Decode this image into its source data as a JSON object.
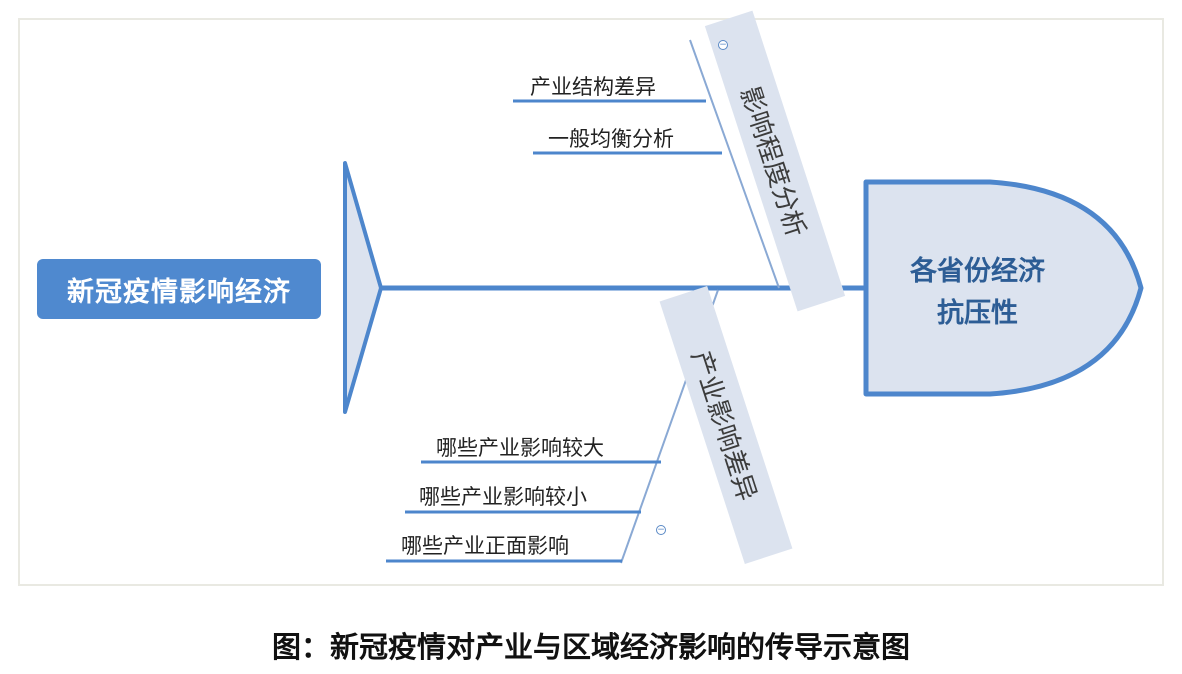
{
  "diagram": {
    "root": "新冠疫情影响经济",
    "head": [
      "各省份经济",
      "抗压性"
    ],
    "branches": [
      {
        "label": "影响程度分析",
        "children": [
          "产业结构差异",
          "一般均衡分析"
        ]
      },
      {
        "label": "产业影响差异",
        "children": [
          "哪些产业影响较大",
          "哪些产业影响较小",
          "哪些产业正面影响"
        ]
      }
    ]
  },
  "caption": "图：新冠疫情对产业与区域经济影响的传导示意图",
  "colors": {
    "spine": "#4d86cc",
    "root_fill": "#4f89cf",
    "head_fill": "#dce3ef",
    "head_text": "#2d5d95",
    "branch_fill": "#dce3ef",
    "frame_border": "#e9e9e2"
  },
  "icons": {
    "collapse": "collapse-toggle-icon"
  }
}
